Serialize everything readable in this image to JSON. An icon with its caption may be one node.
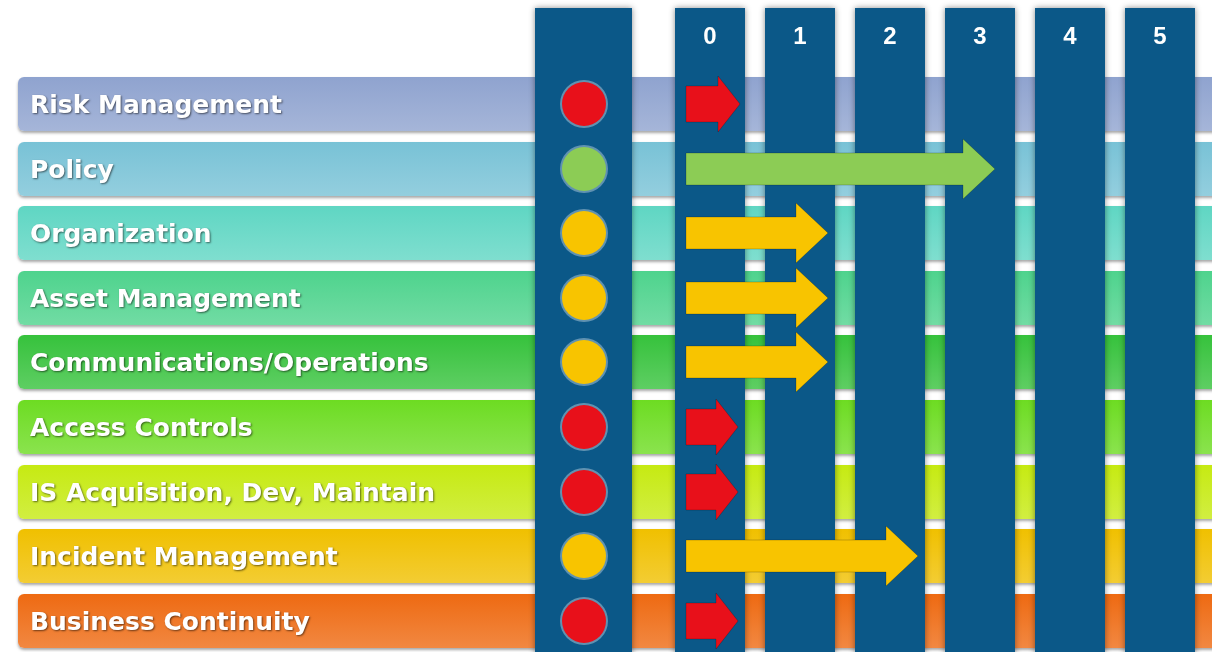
{
  "diagram": {
    "nodes": [
      {
        "text": [
          "Risk Management"
        ]
      },
      {
        "text": [
          "Policy"
        ]
      },
      {
        "text": [
          "Organization"
        ]
      },
      {
        "text": [
          "Asset Management"
        ]
      },
      {
        "text": [
          "Communications/Operations"
        ]
      },
      {
        "text": [
          "Access Controls"
        ]
      },
      {
        "text": [
          "IS Acquisition, Dev, Maintain"
        ]
      },
      {
        "text": [
          "Incident Management"
        ]
      },
      {
        "text": [
          "Business Continuity"
        ]
      }
    ],
    "labels": [
      "0",
      "1",
      "2",
      "3",
      "4",
      "5"
    ]
  }
}
